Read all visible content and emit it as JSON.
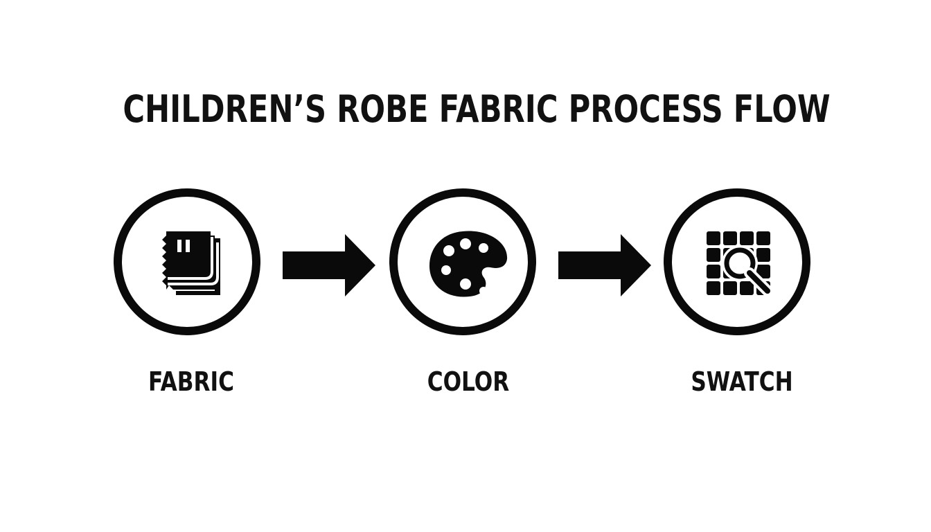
{
  "diagram": {
    "title": "CHILDREN’S ROBE FABRIC PROCESS FLOW",
    "steps": [
      {
        "label": "FABRIC",
        "icon": "fabric-swatch-icon"
      },
      {
        "label": "COLOR",
        "icon": "paint-palette-icon"
      },
      {
        "label": "SWATCH",
        "icon": "grid-magnifier-icon"
      }
    ],
    "colors": {
      "ink": "#0a0a0a",
      "background": "#ffffff"
    }
  }
}
